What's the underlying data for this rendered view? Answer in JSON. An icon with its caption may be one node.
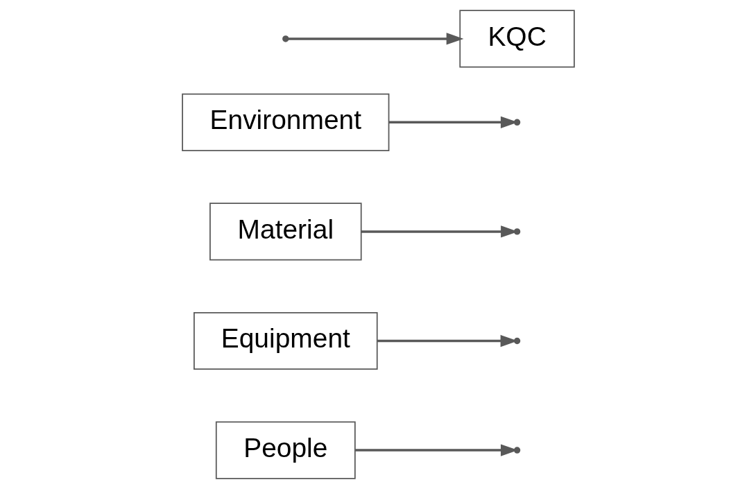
{
  "diagram": {
    "nodes": [
      {
        "text": [
          "People"
        ]
      },
      {
        "text": [
          "Equipment"
        ]
      },
      {
        "text": [
          "Material"
        ]
      },
      {
        "text": [
          "Environment"
        ]
      },
      {
        "text": [
          "KQC"
        ]
      }
    ],
    "edges": [
      {
        "from": 0,
        "to": null,
        "arrow": "to"
      },
      {
        "from": 1,
        "to": null,
        "arrow": "to"
      },
      {
        "from": 2,
        "to": null,
        "arrow": "to"
      },
      {
        "from": 3,
        "to": null,
        "arrow": "to"
      },
      {
        "from": null,
        "to": 4,
        "arrow": "to"
      }
    ]
  }
}
